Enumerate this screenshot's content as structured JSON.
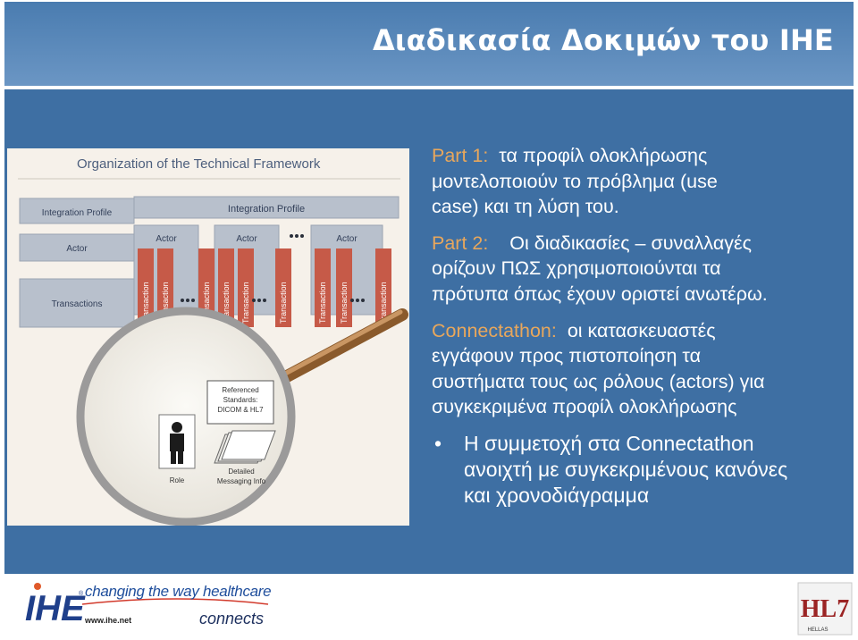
{
  "slide": {
    "title": "Διαδικασία Δοκιμών του IHE"
  },
  "diagram": {
    "heading": "Organization of the Technical Framework",
    "left_labels": {
      "integration_profile": "Integration Profile",
      "actor": "Actor",
      "transactions": "Transactions"
    },
    "integration_profile_box": "Integration Profile",
    "actor_boxes": [
      "Actor",
      "Actor",
      "Actor"
    ],
    "transaction_label": "Transaction",
    "doc_referenced": [
      "Referenced",
      "Standards:",
      "DICOM & HL7"
    ],
    "doc_role": "Role",
    "doc_messaging": [
      "Detailed",
      "Messaging Info"
    ]
  },
  "content": {
    "part1": {
      "label": "Part 1:",
      "lines": [
        "τα προφίλ ολοκλήρωσης",
        "μοντελοποιούν το πρόβλημα (use",
        "case) και τη λύση του."
      ]
    },
    "part2": {
      "label": "Part 2:",
      "lines": [
        "Οι διαδικασίες – συναλλαγές",
        "ορίζουν ΠΩΣ χρησιμοποιούνται τα",
        "πρότυπα όπως έχουν οριστεί ανωτέρω."
      ]
    },
    "connectathon": {
      "label": "Connectathon:",
      "lines": [
        "οι κατασκευαστές",
        "εγγάφουν προς πιστοποίηση τα",
        "συστήματα τους ως ρόλους (actors) για",
        "συγκεκριμένα προφίλ ολοκλήρωσης"
      ]
    },
    "bullet": {
      "marker": "•",
      "lines": [
        "Η συμμετοχή στα Connectathon",
        "ανοιχτή με συγκεκριμένους κανόνες",
        "και χρονοδιάγραμμα"
      ]
    }
  },
  "footer": {
    "logo_text": "IHE",
    "logo_mark": "®",
    "tagline": "changing the way healthcare",
    "tagline_end": "connects",
    "url": "www.ihe.net",
    "badge_text": "HL7",
    "badge_sub": "HELLAS"
  },
  "colors": {
    "title_band": "#4a7cb0",
    "panel": "#3e6fa3",
    "label_orange": "#e8a75c",
    "diagram_box": "#b8c0cc",
    "transaction_col": "#c65a48",
    "arrow": "#f0c242"
  }
}
